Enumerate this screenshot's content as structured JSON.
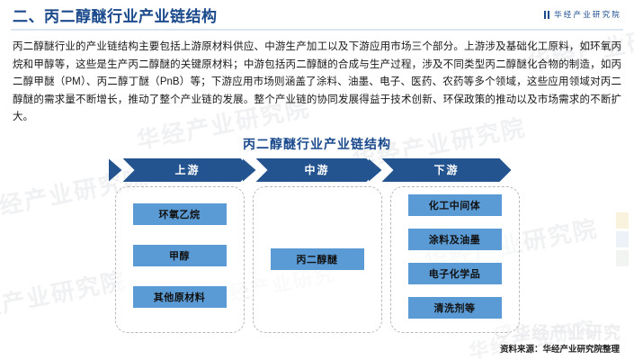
{
  "header": {
    "title": "二、丙二醇醚行业产业链结构",
    "brand": "华经产业研究院",
    "brand_mark": "bars-logo-icon",
    "accent_color": "#1b4a8c"
  },
  "paragraph": {
    "text": "丙二醇醚行业的产业链结构主要包括上游原材料供应、中游生产加工以及下游应用市场三个部分。上游涉及基础化工原料，如环氧丙烷和甲醇等，这些是生产丙二醇醚的关键原材料；中游包括丙二醇醚的合成与生产过程，涉及不同类型丙二醇醚化合物的制造，如丙二醇甲醚（PM）、丙二醇丁醚（PnB）等；下游应用市场则涵盖了涂料、油墨、电子、医药、农药等多个领域，这些应用领域对丙二醇醚的需求量不断增长，推动了整个产业链的发展。整个产业链的协同发展得益于技术创新、环保政策的推动以及市场需求的不断扩大。"
  },
  "figure": {
    "title": "丙二醇醚行业产业链结构",
    "chevron_color": "#23548f",
    "chip_color": "#5b9bd5",
    "stages": [
      {
        "key": "upstream",
        "label": "上游",
        "items": [
          "环氧乙烷",
          "甲醇",
          "其他原材料"
        ]
      },
      {
        "key": "midstream",
        "label": "中游",
        "items": [
          "丙二醇醚"
        ]
      },
      {
        "key": "downstream",
        "label": "下游",
        "items": [
          "化工中间体",
          "涂料及油墨",
          "电子化学品",
          "清洗剂等"
        ]
      }
    ]
  },
  "footer": {
    "source": "资料来源：华经产业研究院整理",
    "watermark": "华经产业研究",
    "watermark_icon": "weibo-icon"
  },
  "watermarks": {
    "text": "华经产业研究院",
    "short": "华经产业研究"
  }
}
